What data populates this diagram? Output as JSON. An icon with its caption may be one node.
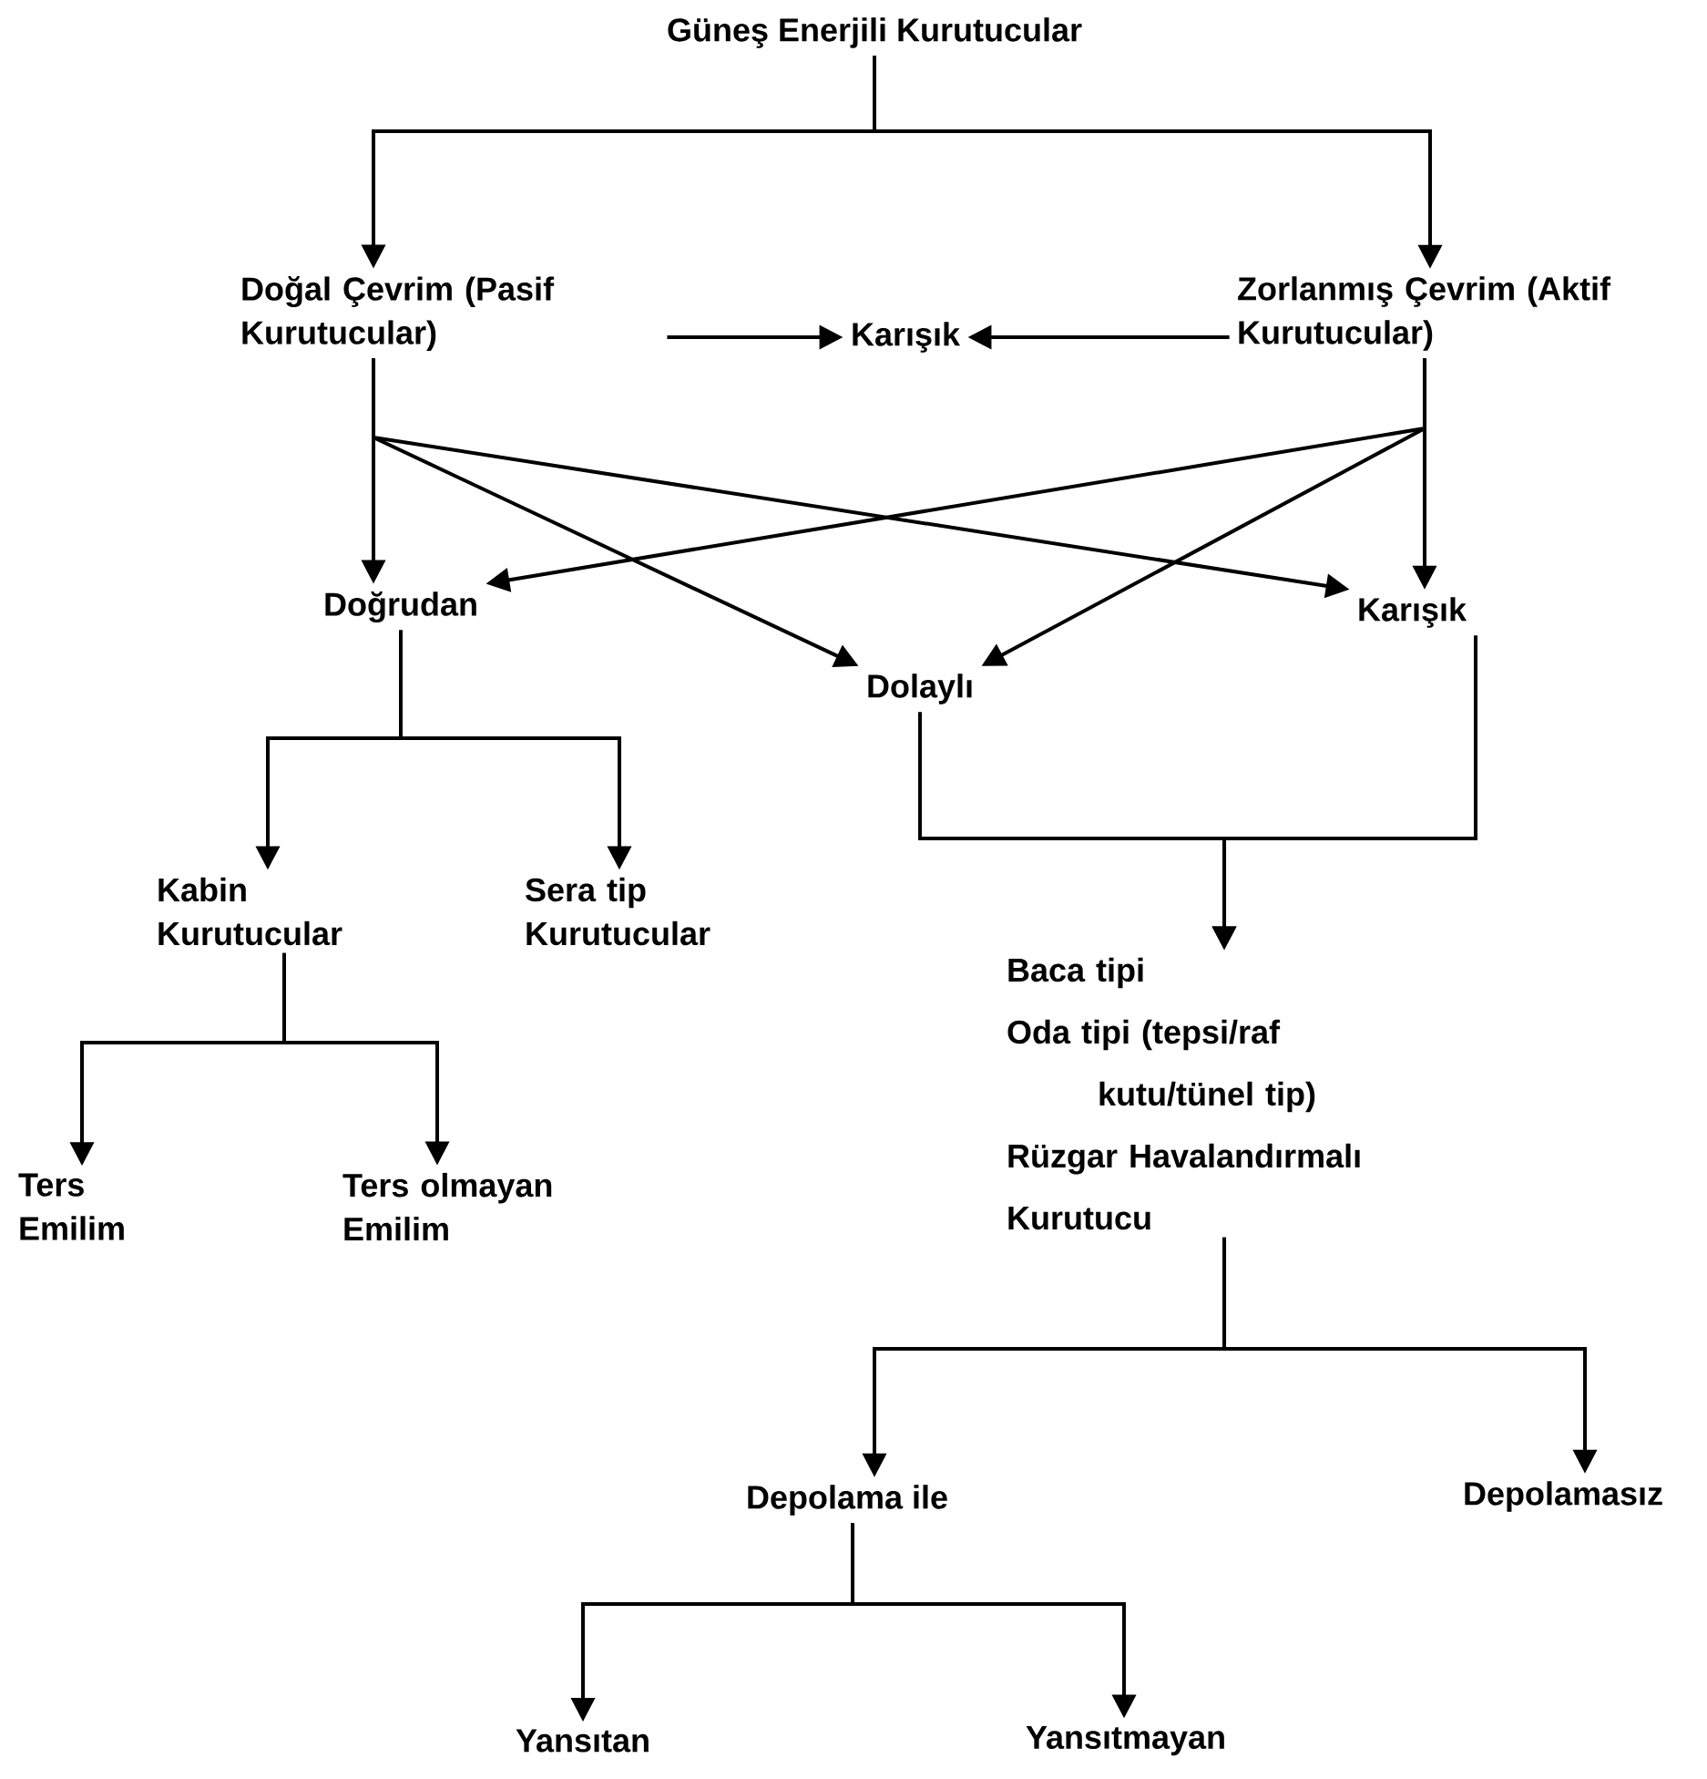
{
  "diagram": {
    "nodes": [
      {
        "text": [
          "Güneş Enerjili Kurutucular"
        ]
      },
      {
        "text": [
          "Doğal Çevrim (Pasif Kurutucular)"
        ]
      },
      {
        "text": [
          "Karışık"
        ]
      },
      {
        "text": [
          "Zorlanmış Çevrim (Aktif Kurutucular)"
        ]
      },
      {
        "text": [
          "Doğrudan"
        ]
      },
      {
        "text": [
          "Dolaylı"
        ]
      },
      {
        "text": [
          "Karışık"
        ]
      },
      {
        "text": [
          "Kabin Kurutucular"
        ]
      },
      {
        "text": [
          "Sera tip Kurutucular"
        ]
      },
      {
        "text": [
          "Baca tipi",
          "Oda tipi (tepsi/raf kutu/tünel tip)",
          "Rüzgar Havalandırmalı Kurutucu"
        ]
      },
      {
        "text": [
          "Ters Emilim"
        ]
      },
      {
        "text": [
          "Ters olmayan Emilim"
        ]
      },
      {
        "text": [
          "Depolama ile"
        ]
      },
      {
        "text": [
          "Depolamasız"
        ]
      },
      {
        "text": [
          "Yansıtan"
        ]
      },
      {
        "text": [
          "Yansıtmayan"
        ]
      }
    ],
    "edges": [
      {
        "from": 0,
        "to": 1,
        "arrow": "to"
      },
      {
        "from": 0,
        "to": 3,
        "arrow": "to"
      },
      {
        "from": 1,
        "to": 2,
        "arrow": "to"
      },
      {
        "from": 3,
        "to": 2,
        "arrow": "to"
      },
      {
        "from": 1,
        "to": 4,
        "arrow": "to"
      },
      {
        "from": 1,
        "to": 5,
        "arrow": "to"
      },
      {
        "from": 1,
        "to": 6,
        "arrow": "to"
      },
      {
        "from": 3,
        "to": 4,
        "arrow": "to"
      },
      {
        "from": 3,
        "to": 5,
        "arrow": "to"
      },
      {
        "from": 3,
        "to": 6,
        "arrow": "to"
      },
      {
        "from": 4,
        "to": 7,
        "arrow": "to"
      },
      {
        "from": 4,
        "to": 8,
        "arrow": "to"
      },
      {
        "from": 5,
        "to": 9,
        "arrow": "to"
      },
      {
        "from": 6,
        "to": 9,
        "arrow": "to"
      },
      {
        "from": 7,
        "to": 10,
        "arrow": "to"
      },
      {
        "from": 7,
        "to": 11,
        "arrow": "to"
      },
      {
        "from": 9,
        "to": 12,
        "arrow": "to"
      },
      {
        "from": 9,
        "to": 13,
        "arrow": "to"
      },
      {
        "from": 12,
        "to": 14,
        "arrow": "to"
      },
      {
        "from": 12,
        "to": 15,
        "arrow": "to"
      }
    ]
  }
}
